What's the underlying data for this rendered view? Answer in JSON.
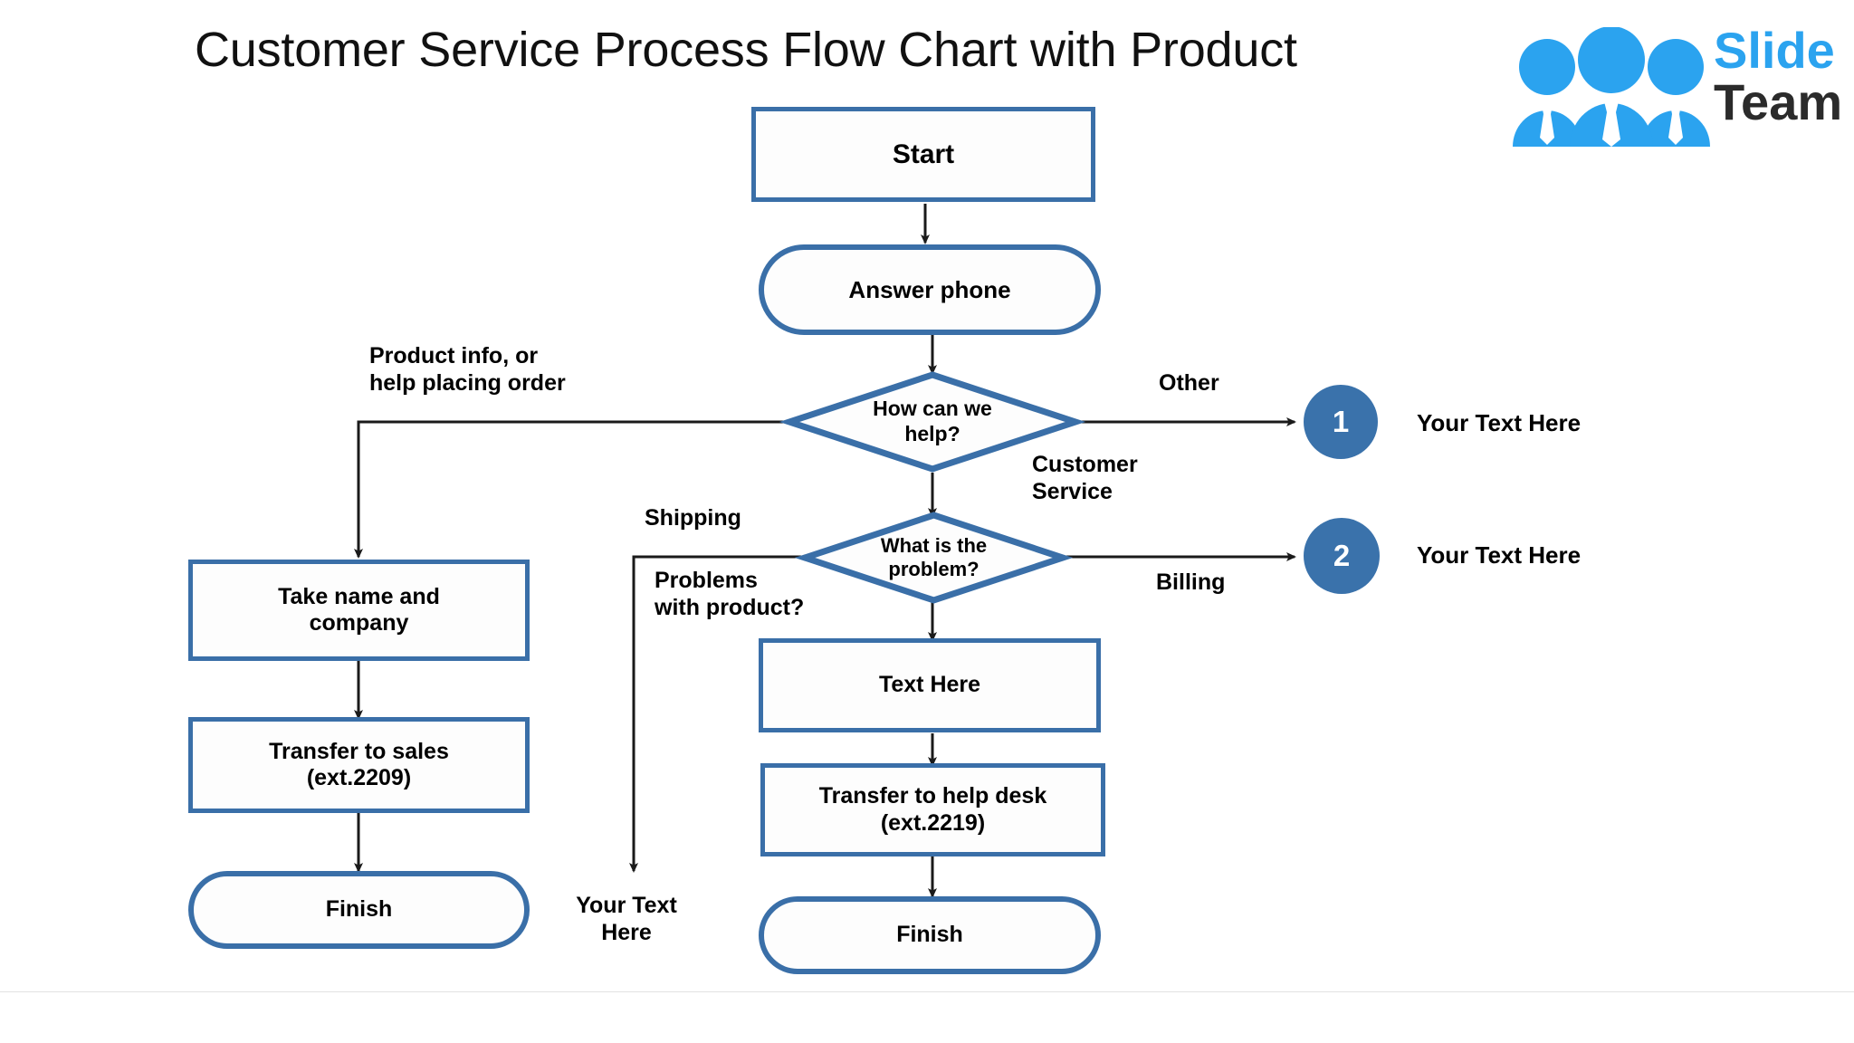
{
  "header": {
    "title": "Customer Service Process Flow Chart with Product",
    "logo": {
      "brand_primary": "Slide",
      "brand_secondary": "Team",
      "icon": "three-people-icon",
      "color_primary": "#2BA3EF",
      "color_secondary": "#2B2B2B"
    }
  },
  "theme": {
    "shape_border": "#3A6FA8",
    "shape_fill": "#FDFDFD",
    "bullet_fill": "#3A72AB",
    "connector": "#1A1A1A",
    "text": "#000000",
    "background": "#FFFFFF"
  },
  "chart_data": {
    "type": "diagram",
    "title": "Customer Service Process Flow Chart with Product",
    "nodes": [
      {
        "id": "start",
        "shape": "rectangle",
        "label": "Start"
      },
      {
        "id": "answer",
        "shape": "pill",
        "label": "Answer phone"
      },
      {
        "id": "help",
        "shape": "diamond",
        "label": "How can we help?"
      },
      {
        "id": "problem",
        "shape": "diamond",
        "label": "What is the problem?"
      },
      {
        "id": "take-name",
        "shape": "rectangle",
        "label": "Take name and company"
      },
      {
        "id": "xfer-sales",
        "shape": "rectangle",
        "label": "Transfer to sales (ext.2209)"
      },
      {
        "id": "finish-left",
        "shape": "pill",
        "label": "Finish"
      },
      {
        "id": "text-here",
        "shape": "rectangle",
        "label": "Text Here"
      },
      {
        "id": "xfer-help",
        "shape": "rectangle",
        "label": "Transfer to help desk (ext.2219)"
      },
      {
        "id": "finish-mid",
        "shape": "pill",
        "label": "Finish"
      },
      {
        "id": "bullet-1",
        "shape": "circle",
        "label": "1"
      },
      {
        "id": "bullet-2",
        "shape": "circle",
        "label": "2"
      }
    ],
    "edges": [
      {
        "from": "start",
        "to": "answer",
        "label": ""
      },
      {
        "from": "answer",
        "to": "help",
        "label": ""
      },
      {
        "from": "help",
        "to": "take-name",
        "label": "Product info, or help placing order"
      },
      {
        "from": "help",
        "to": "bullet-1",
        "label": "Other"
      },
      {
        "from": "help",
        "to": "problem",
        "label": "Customer Service"
      },
      {
        "from": "problem",
        "to": "shipping-out",
        "label": "Shipping"
      },
      {
        "from": "problem",
        "to": "bullet-2",
        "label": "Billing"
      },
      {
        "from": "problem",
        "to": "text-here",
        "label": "Problems with product?"
      },
      {
        "from": "take-name",
        "to": "xfer-sales",
        "label": ""
      },
      {
        "from": "xfer-sales",
        "to": "finish-left",
        "label": ""
      },
      {
        "from": "text-here",
        "to": "xfer-help",
        "label": ""
      },
      {
        "from": "xfer-help",
        "to": "finish-mid",
        "label": ""
      }
    ]
  },
  "nodes": {
    "start": "Start",
    "answer_phone": "Answer phone",
    "how_can_we_help": "How can we\nhelp?",
    "what_is_the_problem": "What is the\nproblem?",
    "take_name": "Take name and\ncompany",
    "transfer_sales": "Transfer to sales\n(ext.2209)",
    "finish_left": "Finish",
    "text_here": "Text Here",
    "transfer_helpdesk": "Transfer to help desk\n(ext.2219)",
    "finish_mid": "Finish"
  },
  "labels": {
    "product_info": "Product info, or\nhelp placing order",
    "other": "Other",
    "customer_service": "Customer\nService",
    "shipping": "Shipping",
    "problems_with_product": "Problems\nwith product?",
    "billing": "Billing",
    "shipping_placeholder": "Your Text\nHere"
  },
  "bullets": [
    {
      "number": "1",
      "text": "Your Text Here"
    },
    {
      "number": "2",
      "text": "Your Text Here"
    }
  ]
}
